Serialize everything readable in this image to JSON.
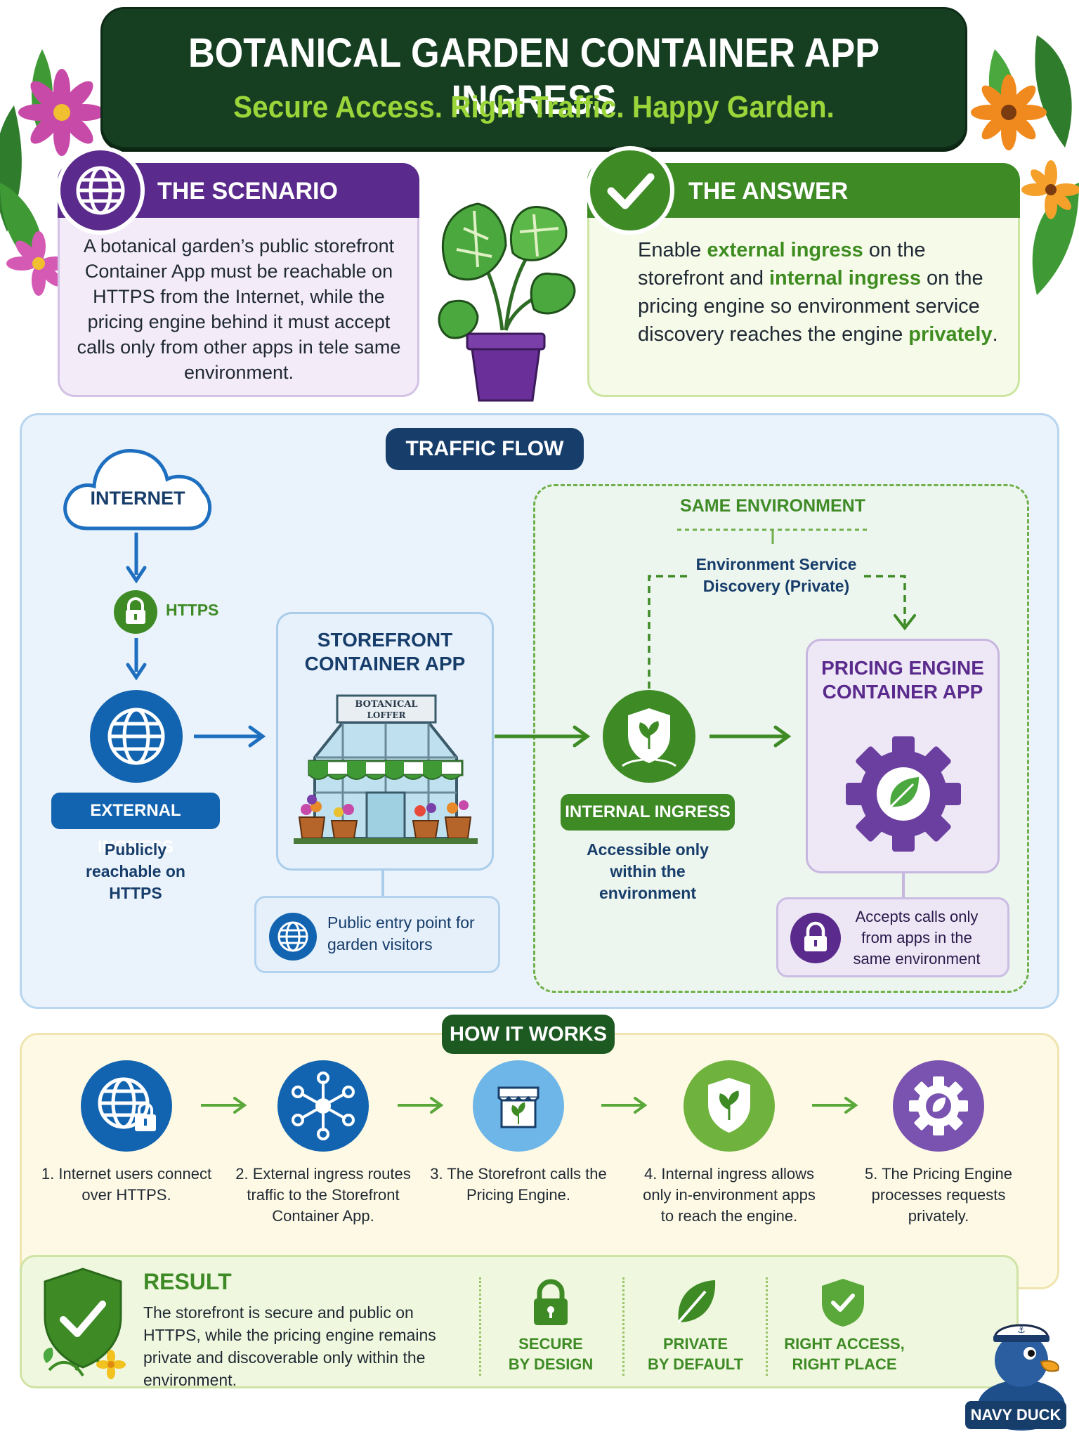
{
  "header": {
    "title": "BOTANICAL GARDEN CONTAINER APP INGRESS",
    "subtitle": "Secure Access. Right Traffic. Happy Garden."
  },
  "scenario": {
    "heading": "THE SCENARIO",
    "text": "A botanical garden’s public storefront Container App must be reachable on HTTPS from the Internet, while the pricing engine behind it must accept calls only from other apps in tele same environment."
  },
  "answer": {
    "heading": "THE ANSWER",
    "part1": "Enable ",
    "hl1": "external ingress",
    "part2": " on the storefront and ",
    "hl2": "internal ingress",
    "part3": " on the pricing engine so environment service discovery reaches the engine ",
    "hl3": "privately",
    "part4": "."
  },
  "flow": {
    "title": "TRAFFIC FLOW",
    "internet": "INTERNET",
    "https": "HTTPS",
    "external_ingress": "EXTERNAL INGRESS",
    "external_desc": "Publicly reachable on HTTPS",
    "storefront_title_1": "STOREFRONT",
    "storefront_title_2": "CONTAINER APP",
    "sign_text_1": "BOTANICAL",
    "sign_text_2": "LOFFER",
    "public_entry": "Public entry point for garden visitors",
    "same_env": "SAME ENVIRONMENT",
    "discovery_1": "Environment Service",
    "discovery_2": "Discovery (Private)",
    "internal_ingress": "INTERNAL INGRESS",
    "internal_desc": "Accessible only within the environment",
    "pricing_title_1": "PRICING ENGINE",
    "pricing_title_2": "CONTAINER APP",
    "accepts": "Accepts calls only from apps in the same environment"
  },
  "how": {
    "title": "HOW IT WORKS",
    "steps": [
      {
        "text": "1. Internet users connect over HTTPS."
      },
      {
        "text": "2. External ingress routes traffic to the Storefront Container App."
      },
      {
        "text": "3. The Storefront calls the Pricing Engine."
      },
      {
        "text": "4. Internal ingress allows only in-environment apps to reach the engine."
      },
      {
        "text": "5. The Pricing Engine processes requests privately."
      }
    ]
  },
  "result": {
    "title": "RESULT",
    "text": "The storefront is secure and public on HTTPS, while the pricing engine remains private and discoverable only within the environment.",
    "badges": [
      {
        "line1": "SECURE",
        "line2": "BY DESIGN"
      },
      {
        "line1": "PRIVATE",
        "line2": "BY DEFAULT"
      },
      {
        "line1": "RIGHT ACCESS,",
        "line2": "RIGHT PLACE"
      }
    ]
  },
  "mascot": {
    "label": "NAVY DUCK"
  },
  "colors": {
    "header_bg": "#163f22",
    "subtitle": "#9ad63a",
    "scenario_purple": "#5a2a8c",
    "answer_green": "#3e8b26",
    "flow_navy": "#173d6a",
    "blue_node": "#1264b0"
  }
}
